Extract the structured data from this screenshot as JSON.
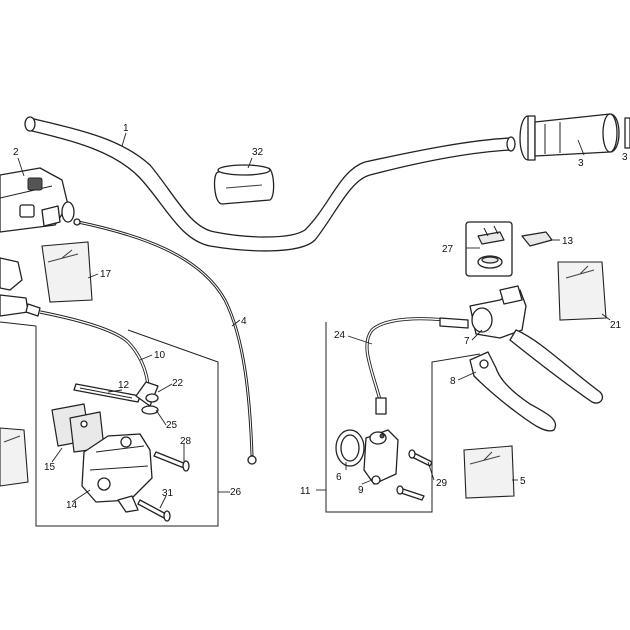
{
  "callouts": [
    "1",
    "2",
    "32",
    "3",
    "3",
    "4",
    "10",
    "12",
    "22",
    "25",
    "28",
    "15",
    "14",
    "31",
    "26",
    "17",
    "27",
    "13",
    "24",
    "7",
    "8",
    "21",
    "6",
    "9",
    "29",
    "5",
    "11"
  ]
}
